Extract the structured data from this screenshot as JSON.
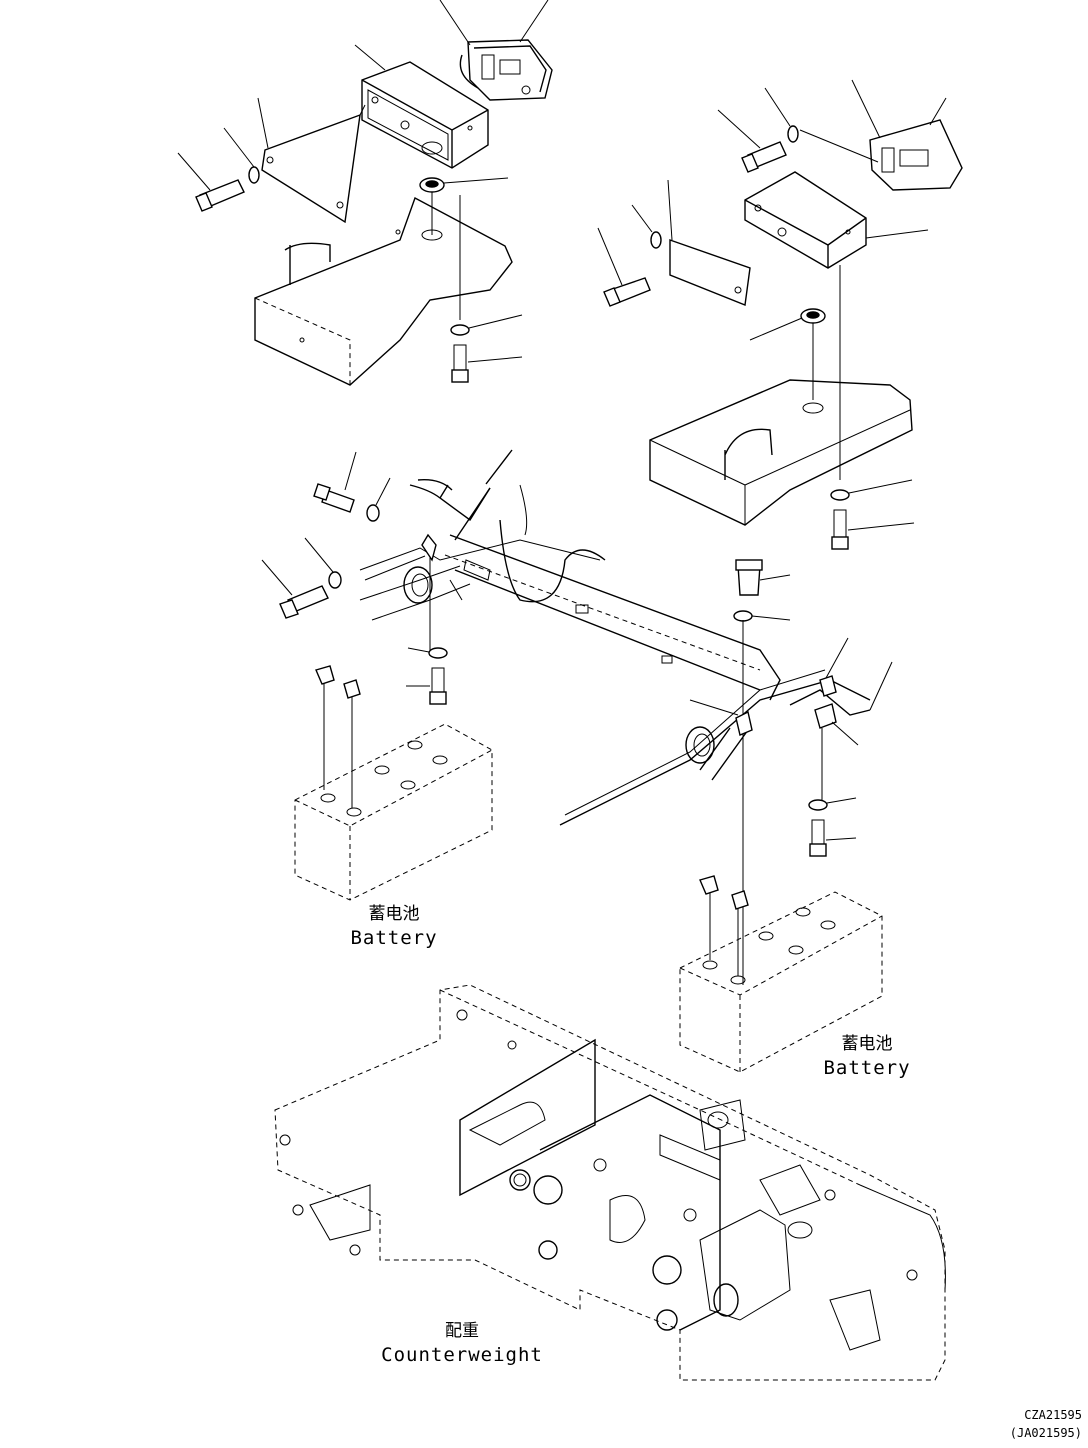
{
  "labels": {
    "battery_left": {
      "cn": "蓄电池",
      "en": "Battery"
    },
    "battery_right": {
      "cn": "蓄电池",
      "en": "Battery"
    },
    "counterweight": {
      "cn": "配重",
      "en": "Counterweight"
    }
  },
  "drawing_codes": [
    "CZA21595",
    "(JA021595)"
  ]
}
